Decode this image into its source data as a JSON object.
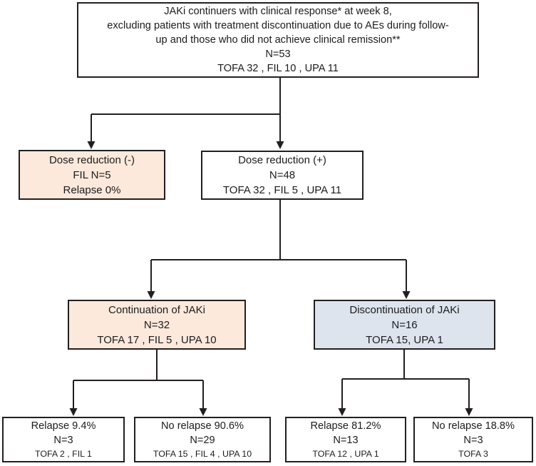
{
  "palette": {
    "background": "#ffffff",
    "box_border": "#231f20",
    "text": "#1c1c1c",
    "peach_fill": "#fce9dc",
    "bluegray_fill": "#dee4ee",
    "connector": "#231f20"
  },
  "boxes": {
    "root": {
      "lines": [
        "JAKi continuers with clinical response* at week 8,",
        "excluding patients with treatment discontinuation due to AEs during follow-",
        "up and those who did not achieve clinical remission**",
        "N=53",
        "TOFA 32 , FIL 10 , UPA 11"
      ]
    },
    "dose_reduction_minus": {
      "lines": [
        "Dose reduction (-)",
        "FIL N=5",
        "Relapse 0%"
      ]
    },
    "dose_reduction_plus": {
      "lines": [
        "Dose reduction (+)",
        "N=48",
        "TOFA 32 , FIL 5 , UPA 11"
      ]
    },
    "continuation": {
      "lines": [
        "Continuation of JAKi",
        "N=32",
        "TOFA 17 , FIL 5 , UPA 10"
      ]
    },
    "discontinuation": {
      "lines": [
        "Discontinuation of JAKi",
        "N=16",
        "TOFA 15, UPA 1"
      ]
    },
    "relapse_continuation": {
      "lines": [
        "Relapse 9.4%",
        "N=3",
        "TOFA 2 , FIL 1"
      ]
    },
    "no_relapse_continuation": {
      "lines": [
        "No relapse 90.6%",
        "N=29",
        "TOFA 15 , FIL 4 , UPA 10"
      ]
    },
    "relapse_discontinuation": {
      "lines": [
        "Relapse 81.2%",
        "N=13",
        "TOFA 12 , UPA 1"
      ]
    },
    "no_relapse_discontinuation": {
      "lines": [
        "No relapse 18.8%",
        "N=3",
        "TOFA 3"
      ]
    }
  }
}
